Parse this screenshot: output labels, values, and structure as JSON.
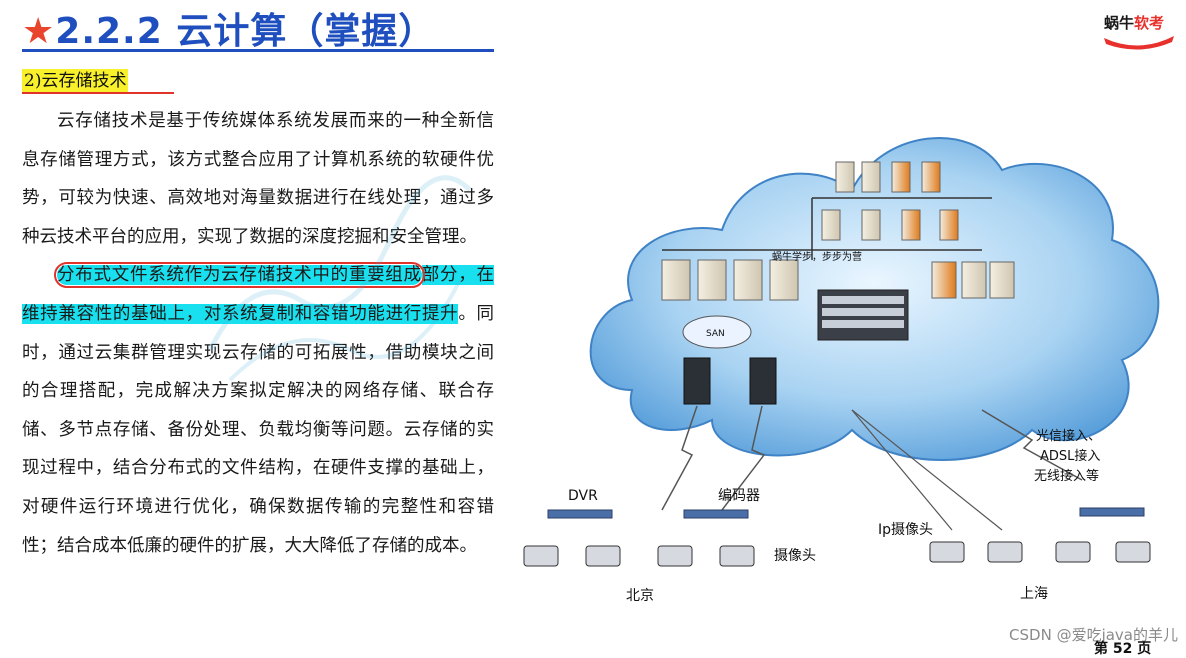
{
  "header": {
    "star": "★",
    "title": "2.2.2 云计算（掌握）"
  },
  "logo": {
    "text_a": "蜗牛",
    "text_b": "软考"
  },
  "section": {
    "label": "2)云存储技术"
  },
  "paragraphs": {
    "p1": "云存储技术是基于传统媒体系统发展而来的一种全新信息存储管理方式，该方式整合应用了计算机系统的软硬件优势，可较为快速、高效地对海量数据进行在线处理，通过多种云技术平台的应用，实现了数据的深度挖掘和安全管理。",
    "p2_highlight_circled": "分布式文件系统作为云存储技术中的重要组成",
    "p2_highlight_rest": "部分，在维持兼容性的基础上，对系统复制和容错功能进行提升",
    "p2_rest": "。同时，通过云集群管理实现云存储的可拓展性，借助模块之间的合理搭配，完成解决方案拟定解决的网络存储、联合存储、多节点存储、备份处理、负载均衡等问题。云存储的实现过程中，结合分布式的文件结构，在硬件支撑的基础上，对硬件运行环境进行优化，确保数据传输的完整性和容错性；结合成本低廉的硬件的扩展，大大降低了存储的成本。"
  },
  "diagram": {
    "cloud_caption": "蜗牛学步，步步为营",
    "san": "SAN",
    "dvr": "DVR",
    "encoder": "编码器",
    "camera": "摄像头",
    "ip_camera": "Ip摄像头",
    "access_line1": "光信接入、",
    "access_line2": "ADSL接入",
    "access_line3": "无线接入等",
    "beijing": "北京",
    "shanghai": "上海"
  },
  "footer": {
    "page": "第 52 页",
    "watermark": "CSDN @爱吃java的羊儿"
  },
  "colors": {
    "title_blue": "#1f4fbf",
    "star_red": "#e8452c",
    "highlight_yellow": "#f7f02a",
    "highlight_cyan": "#19e0ef",
    "cloud_blue": "#7fb8e6"
  }
}
